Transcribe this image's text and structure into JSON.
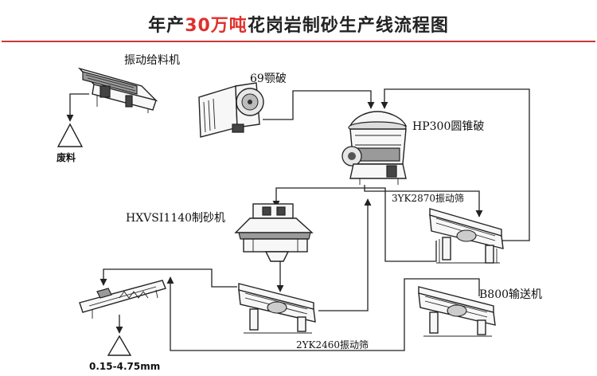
{
  "title": {
    "prefix": "年产",
    "highlight": "30万吨",
    "suffix": "花岗岩制砂生产线流程图",
    "highlight_color": "#e0302c",
    "rule_color": "#c63a3a"
  },
  "equipment": {
    "vibrating_feeder": "振动给料机",
    "jaw_crusher": "69颚破",
    "cone_crusher": "HP300圆锥破",
    "screen_3yk": "3YK2870振动筛",
    "sand_maker": "HXVSI1140制砂机",
    "conveyor_b800": "B800输送机",
    "screen_2yk": "2YK2460振动筛"
  },
  "outputs": {
    "waste": "废料",
    "product": "0.15-4.75mm"
  }
}
